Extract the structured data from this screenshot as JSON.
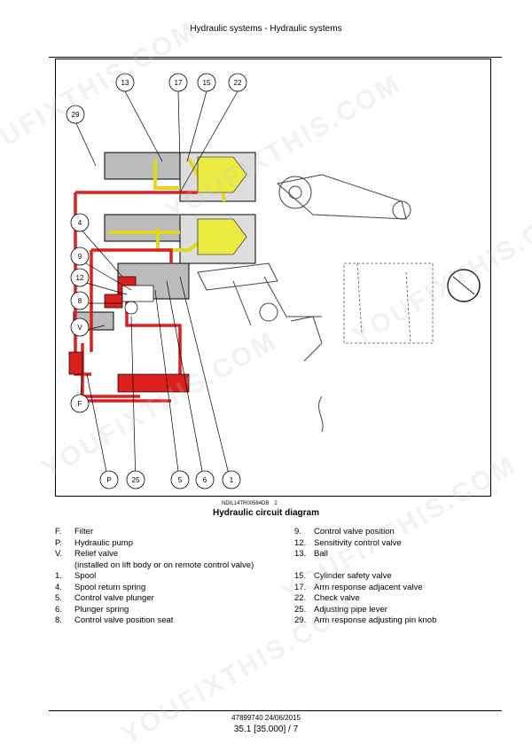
{
  "header": {
    "title": "Hydraulic systems - Hydraulic systems"
  },
  "figure": {
    "callouts_top": [
      "13",
      "17",
      "15",
      "22"
    ],
    "callouts_left": [
      "29",
      "4",
      "9",
      "12",
      "8",
      "V",
      "F"
    ],
    "callouts_bottom": [
      "P",
      "25",
      "5",
      "6",
      "1"
    ],
    "reference": "NDIL14TR00584DB",
    "reference_num": "2",
    "caption": "Hydraulic circuit diagram",
    "colors": {
      "pressure": "#dc2020",
      "return": "#e6e630",
      "outline": "#000000"
    }
  },
  "legend_left": [
    {
      "key": "F.",
      "label": "Filter"
    },
    {
      "key": "P.",
      "label": "Hydraulic pump"
    },
    {
      "key": "V.",
      "label": "Relief valve",
      "note": "(installed on lift body or on remote control valve)"
    },
    {
      "key": "1.",
      "label": "Spool"
    },
    {
      "key": "4.",
      "label": "Spool return spring"
    },
    {
      "key": "5.",
      "label": "Control valve plunger"
    },
    {
      "key": "6.",
      "label": "Plunger spring"
    },
    {
      "key": "8.",
      "label": "Control valve position seat"
    }
  ],
  "legend_right": [
    {
      "key": "9.",
      "label": "Control valve position"
    },
    {
      "key": "12.",
      "label": "Sensitivity control valve"
    },
    {
      "key": "13.",
      "label": "Ball"
    },
    {
      "key": "",
      "label": ""
    },
    {
      "key": "15.",
      "label": "Cylinder safety valve"
    },
    {
      "key": "17.",
      "label": "Arm response adjacent valve"
    },
    {
      "key": "22.",
      "label": "Check valve"
    },
    {
      "key": "25.",
      "label": "Adjusting pipe lever"
    },
    {
      "key": "29.",
      "label": "Arm response adjusting pin knob"
    }
  ],
  "footer": {
    "doc_date": "47899740 24/06/2015",
    "page": "35.1 [35.000] / 7"
  },
  "watermark": "YOUFIXTHIS.COM"
}
